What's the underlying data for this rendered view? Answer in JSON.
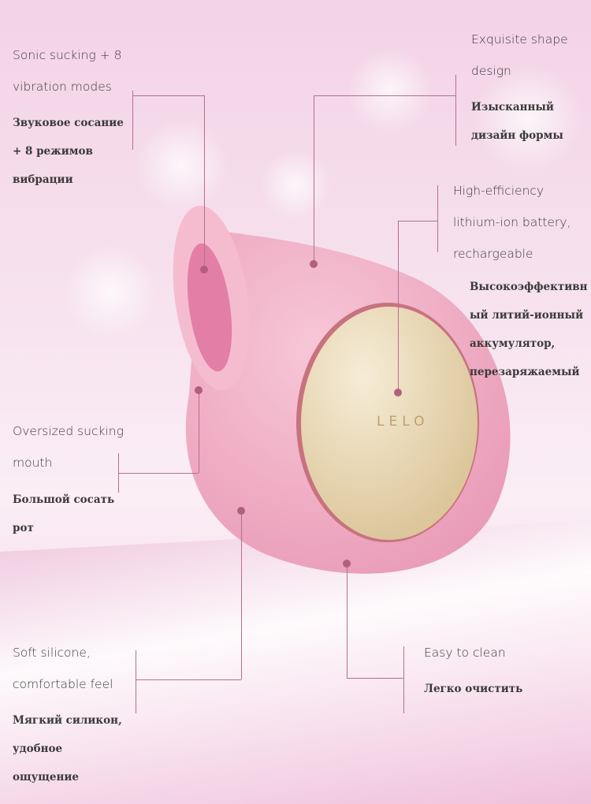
{
  "brand_logo": "LELO",
  "features": [
    {
      "en": [
        "Sonic sucking + 8",
        "vibration modes"
      ],
      "ru": [
        "Звуковое сосание",
        "+ 8 режимов",
        "вибрации"
      ]
    },
    {
      "en": [
        "Exquisite shape",
        "design"
      ],
      "ru": [
        "Изысканный",
        "дизайн формы"
      ]
    },
    {
      "en": [
        "High-efficiency",
        "lithium-ion battery,",
        "rechargeable"
      ],
      "ru": [
        "Высокоэффективн",
        "ый литий-ионный",
        "аккумулятор,",
        "перезаряжаемый"
      ]
    },
    {
      "en": [
        "Oversized sucking",
        "mouth"
      ],
      "ru": [
        "Большой сосать",
        "рот"
      ]
    },
    {
      "en": [
        "Soft silicone,",
        "comfortable feel"
      ],
      "ru": [
        "Мягкий силикон,",
        "удобное",
        "ощущение"
      ]
    },
    {
      "en": [
        "Easy to clean"
      ],
      "ru": [
        "Легко очистить"
      ]
    }
  ],
  "colors": {
    "line": "#b56f8f",
    "body": "#f2b3c9",
    "gold": "#ecdcb6"
  }
}
